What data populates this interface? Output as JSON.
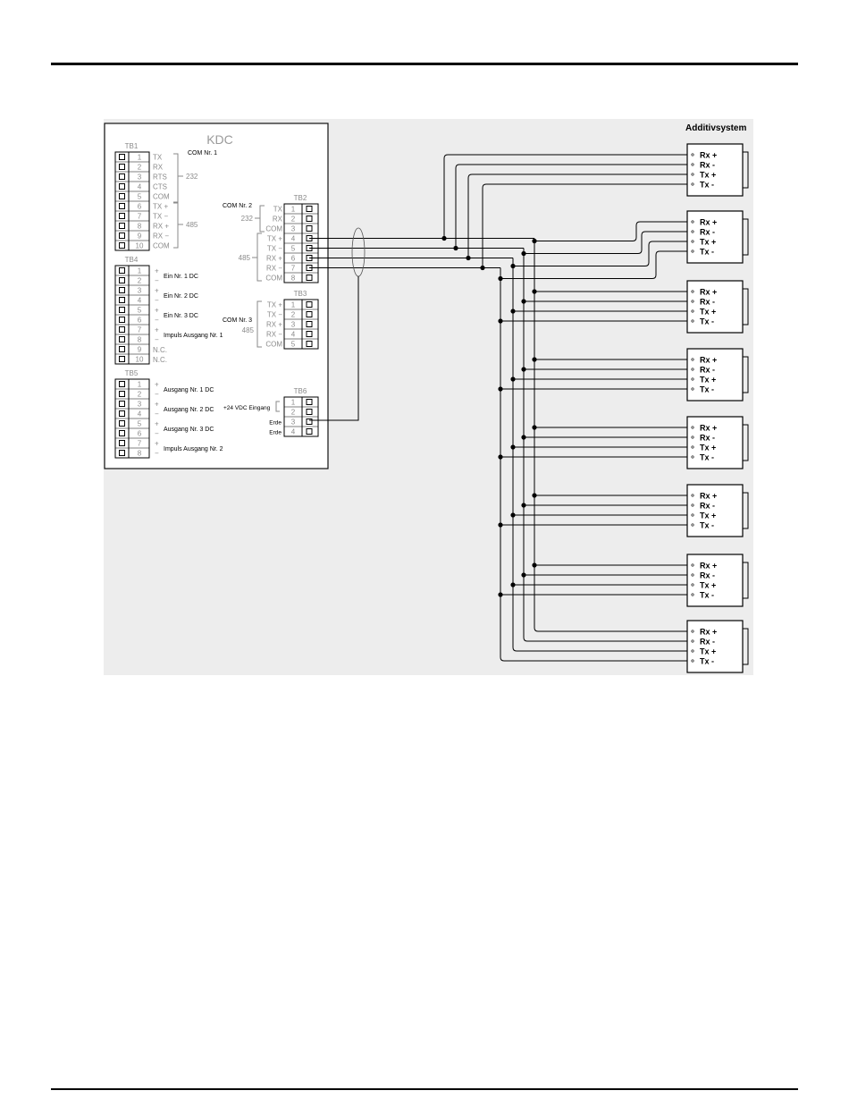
{
  "kdc": {
    "title": "KDC",
    "tb1": {
      "label": "TB1",
      "pins": [
        "1",
        "2",
        "3",
        "4",
        "5",
        "6",
        "7",
        "8",
        "9",
        "10"
      ],
      "signals": [
        "TX",
        "RX",
        "RTS",
        "CTS",
        "COM",
        "TX  +",
        "TX  −",
        "RX  +",
        "RX  −",
        "COM"
      ],
      "com": "COM Nr. 1",
      "std232": "232",
      "std485": "485"
    },
    "tb2": {
      "label": "TB2",
      "com": "COM Nr. 2",
      "pins": [
        "1",
        "2",
        "3",
        "4",
        "5",
        "6",
        "7",
        "8"
      ],
      "signals": [
        "TX",
        "RX",
        "COM",
        "TX  +",
        "TX  −",
        "RX  +",
        "RX  −",
        "COM"
      ],
      "std232": "232",
      "std485": "485"
    },
    "tb3": {
      "label": "TB3",
      "com": "COM Nr. 3",
      "pins": [
        "1",
        "2",
        "3",
        "4",
        "5"
      ],
      "signals": [
        "TX  +",
        "TX  −",
        "RX  +",
        "RX  −",
        "COM"
      ],
      "std485": "485"
    },
    "tb4": {
      "label": "TB4",
      "pins": [
        "1",
        "2",
        "3",
        "4",
        "5",
        "6",
        "7",
        "8",
        "9",
        "10"
      ],
      "signs": [
        "+",
        "−",
        "+",
        "−",
        "+",
        "−",
        "+",
        "−",
        "",
        ""
      ],
      "nc": [
        "N.C.",
        "N.C."
      ],
      "functions": [
        "Ein Nr. 1 DC",
        "Ein Nr. 2 DC",
        "Ein Nr. 3 DC",
        "Impuls Ausgang Nr. 1"
      ]
    },
    "tb5": {
      "label": "TB5",
      "pins": [
        "1",
        "2",
        "3",
        "4",
        "5",
        "6",
        "7",
        "8"
      ],
      "signs": [
        "+",
        "−",
        "+",
        "−",
        "+",
        "−",
        "+",
        "−"
      ],
      "functions": [
        "Ausgang Nr. 1 DC",
        "Ausgang Nr. 2 DC",
        "Ausgang Nr. 3 DC",
        "Impuls Ausgang Nr. 2"
      ]
    },
    "tb6": {
      "label": "TB6",
      "pins": [
        "1",
        "2",
        "3",
        "4"
      ],
      "input": "+24 VDC Eingang",
      "earth1": "Erde",
      "earth2": "Erde"
    }
  },
  "additiv": {
    "title": "Additivsystem",
    "terminals": [
      "Rx +",
      "Rx -",
      "Tx +",
      "Tx -"
    ],
    "unit_count": 8
  }
}
